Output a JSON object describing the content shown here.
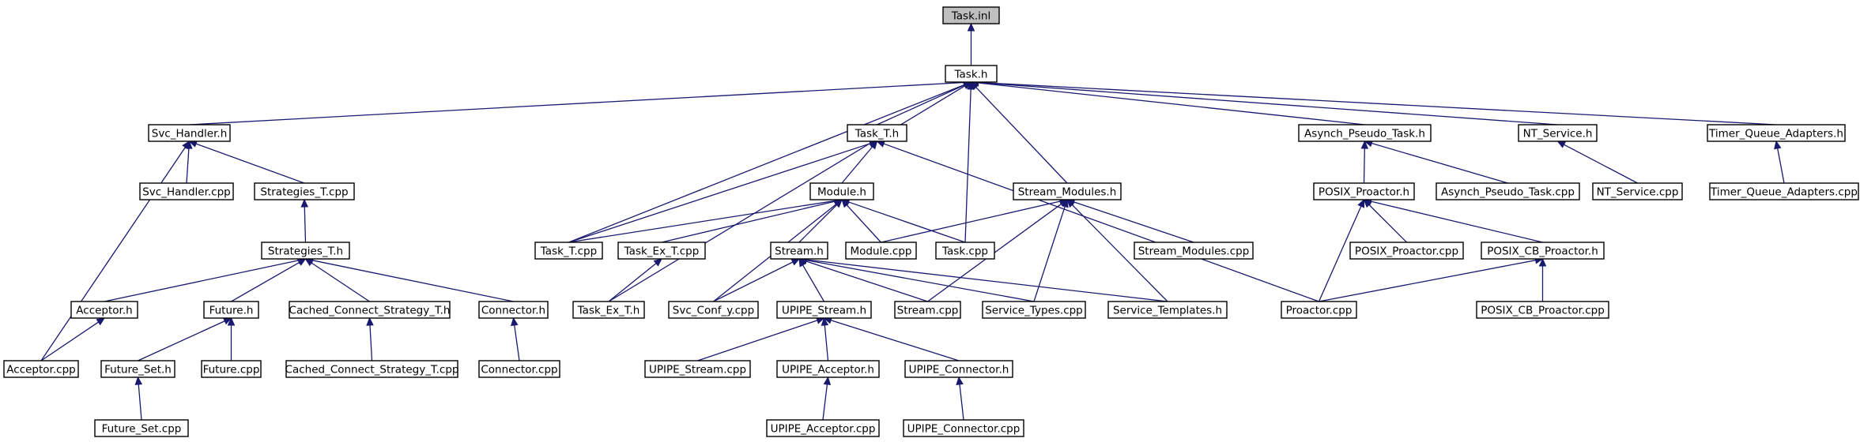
{
  "diagram": {
    "type": "include-dependency-graph",
    "colors": {
      "edge": "#191970",
      "root_fill": "#bfbfbf",
      "node_fill": "#ffffff",
      "node_border": "#000000"
    },
    "nodes": [
      {
        "id": "task_inl",
        "label": "Task.inl",
        "root": true
      },
      {
        "id": "task_h",
        "label": "Task.h"
      },
      {
        "id": "svc_handler_h",
        "label": "Svc_Handler.h"
      },
      {
        "id": "task_t_h",
        "label": "Task_T.h"
      },
      {
        "id": "asynch_pseudo_task_h",
        "label": "Asynch_Pseudo_Task.h"
      },
      {
        "id": "nt_service_h",
        "label": "NT_Service.h"
      },
      {
        "id": "timer_queue_adapters_h",
        "label": "Timer_Queue_Adapters.h"
      },
      {
        "id": "svc_handler_cpp",
        "label": "Svc_Handler.cpp"
      },
      {
        "id": "strategies_t_cpp",
        "label": "Strategies_T.cpp"
      },
      {
        "id": "module_h",
        "label": "Module.h"
      },
      {
        "id": "stream_modules_h",
        "label": "Stream_Modules.h"
      },
      {
        "id": "posix_proactor_h",
        "label": "POSIX_Proactor.h"
      },
      {
        "id": "asynch_pseudo_task_cpp",
        "label": "Asynch_Pseudo_Task.cpp"
      },
      {
        "id": "nt_service_cpp",
        "label": "NT_Service.cpp"
      },
      {
        "id": "timer_queue_adapters_cpp",
        "label": "Timer_Queue_Adapters.cpp"
      },
      {
        "id": "strategies_t_h",
        "label": "Strategies_T.h"
      },
      {
        "id": "task_t_cpp",
        "label": "Task_T.cpp"
      },
      {
        "id": "task_ex_t_cpp",
        "label": "Task_Ex_T.cpp"
      },
      {
        "id": "stream_h",
        "label": "Stream.h"
      },
      {
        "id": "module_cpp",
        "label": "Module.cpp"
      },
      {
        "id": "task_cpp",
        "label": "Task.cpp"
      },
      {
        "id": "stream_modules_cpp",
        "label": "Stream_Modules.cpp"
      },
      {
        "id": "posix_proactor_cpp",
        "label": "POSIX_Proactor.cpp"
      },
      {
        "id": "posix_cb_proactor_h",
        "label": "POSIX_CB_Proactor.h"
      },
      {
        "id": "acceptor_h",
        "label": "Acceptor.h"
      },
      {
        "id": "future_h",
        "label": "Future.h"
      },
      {
        "id": "cached_connect_strategy_t_h",
        "label": "Cached_Connect_Strategy_T.h"
      },
      {
        "id": "connector_h",
        "label": "Connector.h"
      },
      {
        "id": "task_ex_t_h",
        "label": "Task_Ex_T.h"
      },
      {
        "id": "svc_conf_y_cpp",
        "label": "Svc_Conf_y.cpp"
      },
      {
        "id": "upipe_stream_h",
        "label": "UPIPE_Stream.h"
      },
      {
        "id": "stream_cpp",
        "label": "Stream.cpp"
      },
      {
        "id": "service_types_cpp",
        "label": "Service_Types.cpp"
      },
      {
        "id": "service_templates_h",
        "label": "Service_Templates.h"
      },
      {
        "id": "proactor_cpp",
        "label": "Proactor.cpp"
      },
      {
        "id": "posix_cb_proactor_cpp",
        "label": "POSIX_CB_Proactor.cpp"
      },
      {
        "id": "acceptor_cpp",
        "label": "Acceptor.cpp"
      },
      {
        "id": "future_set_h",
        "label": "Future_Set.h"
      },
      {
        "id": "future_cpp",
        "label": "Future.cpp"
      },
      {
        "id": "cached_connect_strategy_t_cpp",
        "label": "Cached_Connect_Strategy_T.cpp"
      },
      {
        "id": "connector_cpp",
        "label": "Connector.cpp"
      },
      {
        "id": "upipe_stream_cpp",
        "label": "UPIPE_Stream.cpp"
      },
      {
        "id": "upipe_acceptor_h",
        "label": "UPIPE_Acceptor.h"
      },
      {
        "id": "upipe_connector_h",
        "label": "UPIPE_Connector.h"
      },
      {
        "id": "future_set_cpp",
        "label": "Future_Set.cpp"
      },
      {
        "id": "upipe_acceptor_cpp",
        "label": "UPIPE_Acceptor.cpp"
      },
      {
        "id": "upipe_connector_cpp",
        "label": "UPIPE_Connector.cpp"
      }
    ],
    "edges": [
      [
        "task_h",
        "task_inl"
      ],
      [
        "svc_handler_h",
        "task_h"
      ],
      [
        "task_t_h",
        "task_h"
      ],
      [
        "task_t_cpp",
        "task_h"
      ],
      [
        "task_ex_t_h",
        "task_h"
      ],
      [
        "task_cpp",
        "task_h"
      ],
      [
        "stream_modules_h",
        "task_h"
      ],
      [
        "asynch_pseudo_task_h",
        "task_h"
      ],
      [
        "nt_service_h",
        "task_h"
      ],
      [
        "timer_queue_adapters_h",
        "task_h"
      ],
      [
        "svc_handler_cpp",
        "svc_handler_h"
      ],
      [
        "strategies_t_cpp",
        "svc_handler_h"
      ],
      [
        "acceptor_cpp",
        "svc_handler_h"
      ],
      [
        "module_h",
        "task_t_h"
      ],
      [
        "task_t_cpp",
        "task_t_h"
      ],
      [
        "proactor_cpp",
        "task_t_h"
      ],
      [
        "asynch_pseudo_task_cpp",
        "asynch_pseudo_task_h"
      ],
      [
        "posix_proactor_h",
        "asynch_pseudo_task_h"
      ],
      [
        "nt_service_cpp",
        "nt_service_h"
      ],
      [
        "timer_queue_adapters_cpp",
        "timer_queue_adapters_h"
      ],
      [
        "strategies_t_h",
        "strategies_t_cpp"
      ],
      [
        "acceptor_h",
        "strategies_t_h"
      ],
      [
        "future_h",
        "strategies_t_h"
      ],
      [
        "cached_connect_strategy_t_h",
        "strategies_t_h"
      ],
      [
        "connector_h",
        "strategies_t_h"
      ],
      [
        "task_t_cpp",
        "module_h"
      ],
      [
        "task_ex_t_cpp",
        "module_h"
      ],
      [
        "stream_h",
        "module_h"
      ],
      [
        "module_cpp",
        "module_h"
      ],
      [
        "task_cpp",
        "module_h"
      ],
      [
        "svc_conf_y_cpp",
        "module_h"
      ],
      [
        "module_cpp",
        "stream_modules_h"
      ],
      [
        "stream_modules_cpp",
        "stream_modules_h"
      ],
      [
        "stream_cpp",
        "stream_modules_h"
      ],
      [
        "service_types_cpp",
        "stream_modules_h"
      ],
      [
        "service_templates_h",
        "stream_modules_h"
      ],
      [
        "proactor_cpp",
        "posix_proactor_h"
      ],
      [
        "posix_proactor_cpp",
        "posix_proactor_h"
      ],
      [
        "posix_cb_proactor_h",
        "posix_proactor_h"
      ],
      [
        "task_ex_t_h",
        "task_ex_t_cpp"
      ],
      [
        "svc_conf_y_cpp",
        "stream_h"
      ],
      [
        "upipe_stream_h",
        "stream_h"
      ],
      [
        "stream_cpp",
        "stream_h"
      ],
      [
        "service_types_cpp",
        "stream_h"
      ],
      [
        "service_templates_h",
        "stream_h"
      ],
      [
        "proactor_cpp",
        "posix_cb_proactor_h"
      ],
      [
        "posix_cb_proactor_cpp",
        "posix_cb_proactor_h"
      ],
      [
        "acceptor_cpp",
        "acceptor_h"
      ],
      [
        "future_set_h",
        "future_h"
      ],
      [
        "future_cpp",
        "future_h"
      ],
      [
        "cached_connect_strategy_t_cpp",
        "cached_connect_strategy_t_h"
      ],
      [
        "connector_cpp",
        "connector_h"
      ],
      [
        "upipe_stream_cpp",
        "upipe_stream_h"
      ],
      [
        "upipe_acceptor_h",
        "upipe_stream_h"
      ],
      [
        "upipe_connector_h",
        "upipe_stream_h"
      ],
      [
        "future_set_cpp",
        "future_set_h"
      ],
      [
        "upipe_acceptor_cpp",
        "upipe_acceptor_h"
      ],
      [
        "upipe_connector_cpp",
        "upipe_connector_h"
      ]
    ]
  }
}
